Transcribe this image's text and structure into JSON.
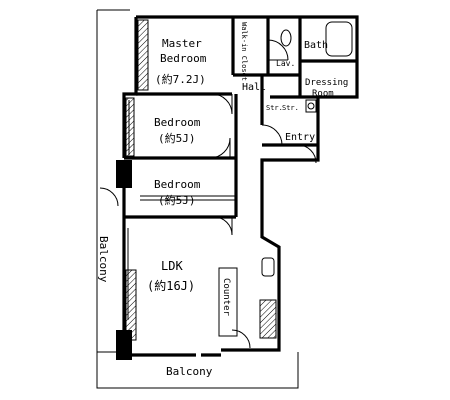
{
  "rooms": {
    "master_bedroom": {
      "line1": "Master",
      "line2": "Bedroom",
      "size": "(約7.2J)"
    },
    "walk_in_closet": {
      "label": "Walk-in Closet"
    },
    "bath": {
      "label": "Bath"
    },
    "lav": {
      "label": "Lav."
    },
    "dressing_room": {
      "line1": "Dressing",
      "line2": "Room"
    },
    "hall": {
      "label": "Hall"
    },
    "storage_1": {
      "label": "Str."
    },
    "storage_2": {
      "label": "Str."
    },
    "entry": {
      "label": "Entry"
    },
    "bedroom_1": {
      "label": "Bedroom",
      "size": "(約5J)"
    },
    "bedroom_2": {
      "label": "Bedroom",
      "size": "(約5J)"
    },
    "ldk": {
      "label": "LDK",
      "size": "(約16J)"
    },
    "counter": {
      "label": "Counter"
    }
  },
  "balconies": {
    "west": {
      "label": "Balcony"
    },
    "south": {
      "label": "Balcony"
    }
  }
}
